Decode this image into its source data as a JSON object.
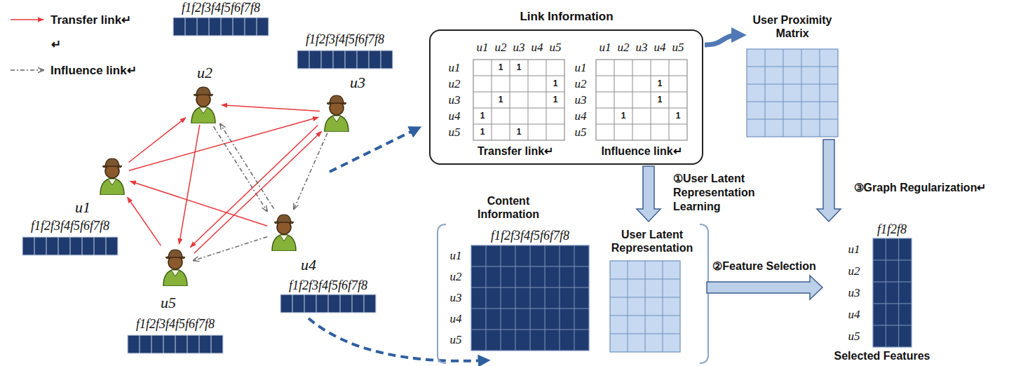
{
  "diagram": {
    "nodes": [
      {
        "text": [
          "u1"
        ]
      },
      {
        "text": [
          "u2"
        ]
      },
      {
        "text": [
          "u3"
        ]
      },
      {
        "text": [
          "u4"
        ]
      },
      {
        "text": [
          "u5"
        ]
      },
      {
        "text": [
          "Link Information"
        ]
      },
      {
        "text": [
          "Transfer link↵"
        ],
        "in": 5
      },
      {
        "text": [
          "Influence link↵"
        ],
        "in": 5
      },
      {
        "text": [
          "User Proximity Matrix"
        ]
      },
      {
        "text": [
          "Content Information"
        ]
      },
      {
        "text": [
          "User Latent Representation"
        ]
      },
      {
        "text": [
          "Selected Features"
        ]
      }
    ],
    "edges": [
      {
        "from": 0,
        "to": 1,
        "arrow": "to"
      },
      {
        "from": 0,
        "to": 2,
        "arrow": "to"
      },
      {
        "from": 1,
        "to": 4,
        "arrow": "to"
      },
      {
        "from": 2,
        "to": 1,
        "arrow": "to"
      },
      {
        "from": 2,
        "to": 4,
        "arrow": "to"
      },
      {
        "from": 3,
        "to": 0,
        "arrow": "to"
      },
      {
        "from": 4,
        "to": 0,
        "arrow": "to"
      },
      {
        "from": 4,
        "to": 2,
        "arrow": "to"
      },
      {
        "from": 1,
        "to": 3,
        "arrow": "to"
      },
      {
        "from": 2,
        "to": 3,
        "arrow": "to"
      },
      {
        "from": 3,
        "to": 1,
        "arrow": "to"
      },
      {
        "from": 3,
        "to": 4,
        "arrow": "to"
      },
      {
        "from": 5,
        "to": 8,
        "arrow": "to"
      },
      {
        "from": 5,
        "to": 10,
        "label": "①User Latent Representation Learning",
        "arrow": "to"
      },
      {
        "from": 8,
        "to": 11,
        "arrow": "to"
      },
      {
        "from": 10,
        "to": 11,
        "label": "②Feature Selection",
        "arrow": "to"
      }
    ],
    "labels": [
      "↵",
      "f1f2f3f4f5f6f7f8",
      "f1f2f3f4f5f6f7f8",
      "f1f2f3f4f5f6f7f8",
      "f1f2f3f4f5f6f7f8",
      "f1f2f3f4f5f6f7f8",
      "u1",
      "u2",
      "u3",
      "u4",
      "u5",
      "u1",
      "u2",
      "u3",
      "u4",
      "u5",
      "1",
      "1",
      "1",
      "1",
      "1",
      "1",
      "1",
      "1",
      "u1",
      "u2",
      "u3",
      "u4",
      "u5",
      "u1",
      "u2",
      "u3",
      "u4",
      "u5",
      "1",
      "1",
      "1",
      "1",
      "f1f2f3f4f5f6f7f8",
      "u1",
      "u2",
      "u3",
      "u4",
      "u5",
      "f1f2f8",
      "u1",
      "u2",
      "u3",
      "u4",
      "u5",
      "③Graph Regularization↵"
    ],
    "legend": [
      {
        "text": "Transfer link↵"
      },
      {
        "text": "Influence link↵"
      }
    ]
  }
}
